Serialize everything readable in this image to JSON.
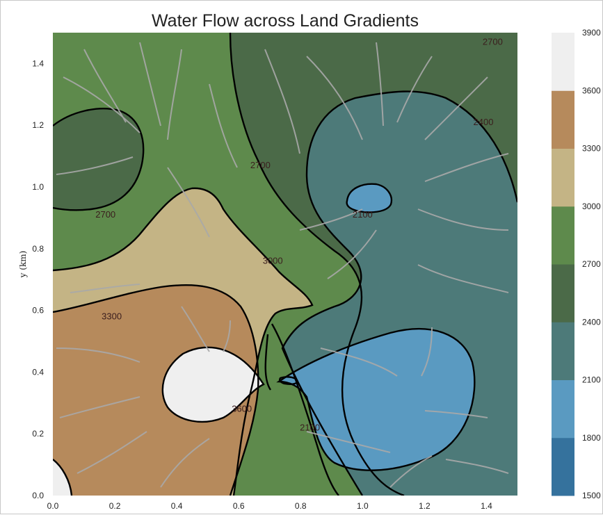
{
  "chart_data": {
    "type": "contour",
    "title": "Water Flow across Land Gradients",
    "xlabel": "",
    "ylabel": "y (km)",
    "xlim": [
      0.0,
      1.5
    ],
    "ylim": [
      0.0,
      1.5
    ],
    "x_ticks": [
      "0.0",
      "0.2",
      "0.4",
      "0.6",
      "0.8",
      "1.0",
      "1.2",
      "1.4"
    ],
    "y_ticks": [
      "0.0",
      "0.2",
      "0.4",
      "0.6",
      "0.8",
      "1.0",
      "1.2",
      "1.4"
    ],
    "grid": false,
    "overlay": "streamlines",
    "streamline_color": "#a9a9a9",
    "colorbar": {
      "position": "right",
      "levels": [
        1500,
        1800,
        2100,
        2400,
        2700,
        3000,
        3300,
        3600,
        3900
      ],
      "tick_labels": [
        "1500",
        "1800",
        "2100",
        "2400",
        "2700",
        "3000",
        "3300",
        "3600",
        "3900"
      ],
      "colors": [
        "#35729d",
        "#5a9ac1",
        "#4d7a79",
        "#4b6a48",
        "#5e8a4c",
        "#c4b485",
        "#b68a5c",
        "#efefef"
      ]
    },
    "contour_labels": [
      {
        "text": "2700",
        "x": 1.42,
        "y": 1.47
      },
      {
        "text": "2400",
        "x": 1.39,
        "y": 1.21
      },
      {
        "text": "2700",
        "x": 0.67,
        "y": 1.07
      },
      {
        "text": "2700",
        "x": 0.17,
        "y": 0.91
      },
      {
        "text": "2100",
        "x": 1.0,
        "y": 0.91
      },
      {
        "text": "3000",
        "x": 0.71,
        "y": 0.76
      },
      {
        "text": "3300",
        "x": 0.19,
        "y": 0.58
      },
      {
        "text": "3600",
        "x": 0.61,
        "y": 0.28
      },
      {
        "text": "2100",
        "x": 0.83,
        "y": 0.22
      }
    ],
    "features": [
      {
        "kind": "peak",
        "x": 0.5,
        "y": 0.37,
        "value": 3900
      },
      {
        "kind": "basin",
        "x": 0.98,
        "y": 0.28,
        "value": 1800
      },
      {
        "kind": "basin",
        "x": 1.03,
        "y": 0.95,
        "value": 1800
      },
      {
        "kind": "ridge",
        "x": 0.1,
        "y": 1.0,
        "value": 2400
      }
    ]
  }
}
